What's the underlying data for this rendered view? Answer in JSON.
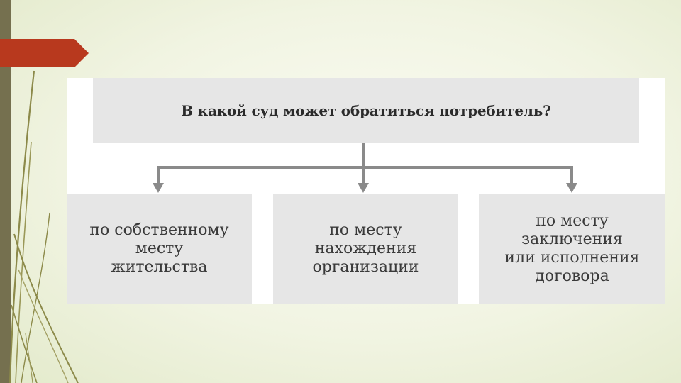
{
  "diagram": {
    "title": "В какой суд может обратиться потребитель?",
    "options": [
      {
        "label": "по собственному\nместу\nжительства"
      },
      {
        "label": "по месту\nнахождения\nорганизации"
      },
      {
        "label": "по месту\nзаключения\nили исполнения\nдоговора"
      }
    ]
  },
  "colors": {
    "box_fill": "#e6e6e6",
    "connector": "#8a8a8a",
    "accent_tab": "#b8391e",
    "side_strip": "#75704f",
    "grass": "#8c8a4a"
  },
  "icons": {
    "decoration": "grass-blades-icon",
    "marker": "arrow-tab-icon"
  }
}
